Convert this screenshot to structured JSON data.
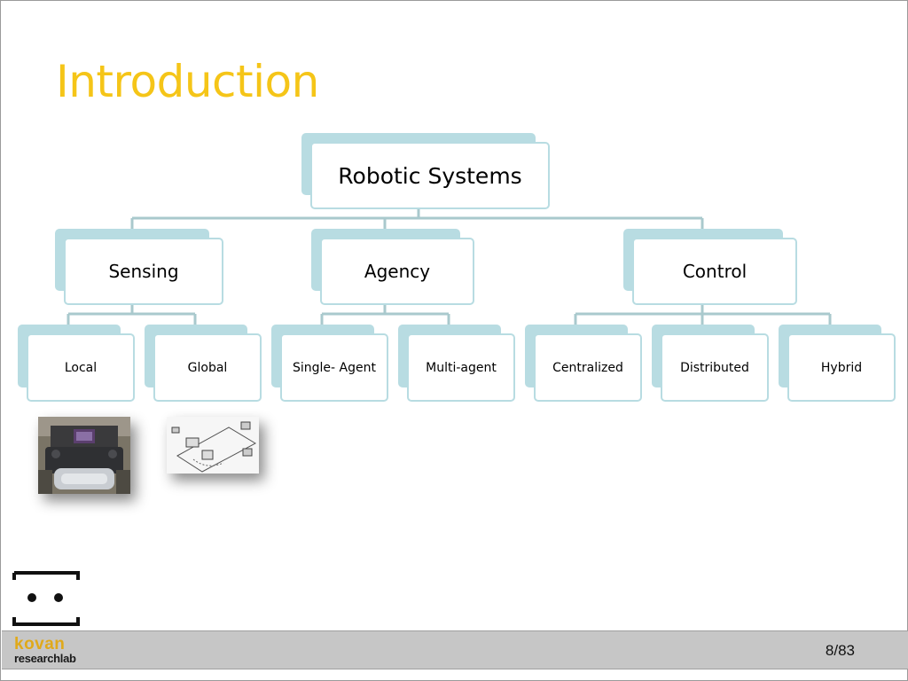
{
  "slide": {
    "title": "Introduction",
    "page_number": "8/83"
  },
  "diagram": {
    "root": "Robotic Systems",
    "categories": [
      {
        "label": "Sensing",
        "children": [
          "Local",
          "Global"
        ]
      },
      {
        "label": "Agency",
        "children": [
          "Single- Agent",
          "Multi-agent"
        ]
      },
      {
        "label": "Control",
        "children": [
          "Centralized",
          "Distributed",
          "Hybrid"
        ]
      }
    ]
  },
  "logo": {
    "line1": "kovan",
    "line2": "researchlab",
    "accent_color": "#e0a91a"
  },
  "colors": {
    "title": "#f5c518",
    "node_border": "#b8dce2",
    "connector": "#9fc4c9",
    "footer": "#c6c6c6"
  }
}
